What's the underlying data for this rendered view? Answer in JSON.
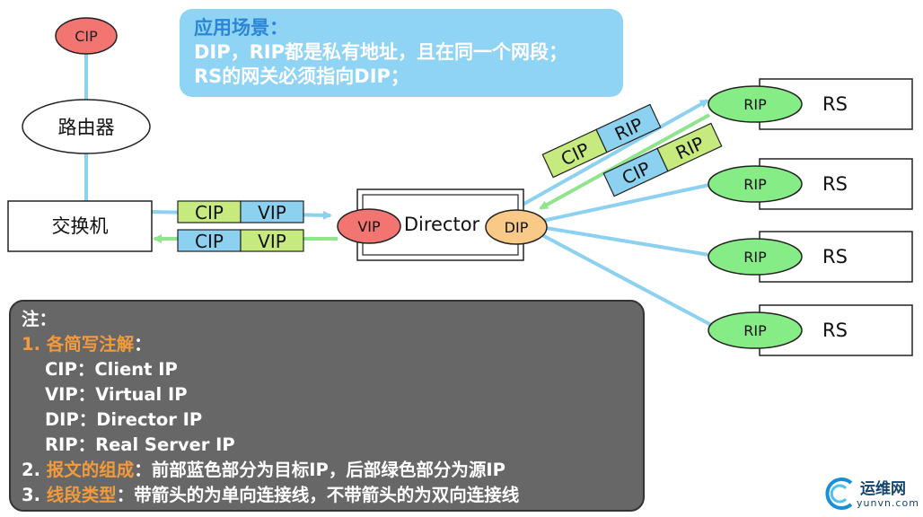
{
  "nodes": {
    "cip": "CIP",
    "router": "路由器",
    "switch": "交换机",
    "vip": "VIP",
    "director": "Director",
    "dip": "DIP",
    "rip": "RIP",
    "rs": "RS"
  },
  "packets": {
    "req": [
      "CIP",
      "VIP"
    ],
    "resp": [
      "CIP",
      "VIP"
    ],
    "to_rs": [
      "CIP",
      "RIP"
    ],
    "from_rs": [
      "CIP",
      "RIP"
    ]
  },
  "scenario": {
    "title": "应用场景：",
    "line1": "DIP，RIP都是私有地址，且在同一个网段；",
    "line2": "RS的网关必须指向DIP；"
  },
  "note": {
    "title": "注：",
    "item1_num": "1. ",
    "item1_label": "各简写注解",
    "item1_colon": "：",
    "defs": [
      "CIP：Client IP",
      "VIP：Virtual IP",
      "DIP：Director IP",
      "RIP：Real Server IP"
    ],
    "item2_num": "2. ",
    "item2_label": "报文的组成",
    "item2_text": "：前部蓝色部分为目标IP，后部绿色部分为源IP",
    "item3_num": "3. ",
    "item3_label": "线段类型",
    "item3_text": "：带箭头的为单向连接线，不带箭头的为双向连接线"
  },
  "logo": {
    "cn": "运维网",
    "en": "yunvn.com"
  },
  "colors": {
    "line_blue": "#8dd1f0",
    "line_green": "#8fe48c",
    "pkt_blue": "#8dd1f0",
    "pkt_green": "#c6ea7e",
    "cip_red": "#f27572",
    "dip_orange": "#f8c987",
    "rip_green": "#86ec86"
  }
}
